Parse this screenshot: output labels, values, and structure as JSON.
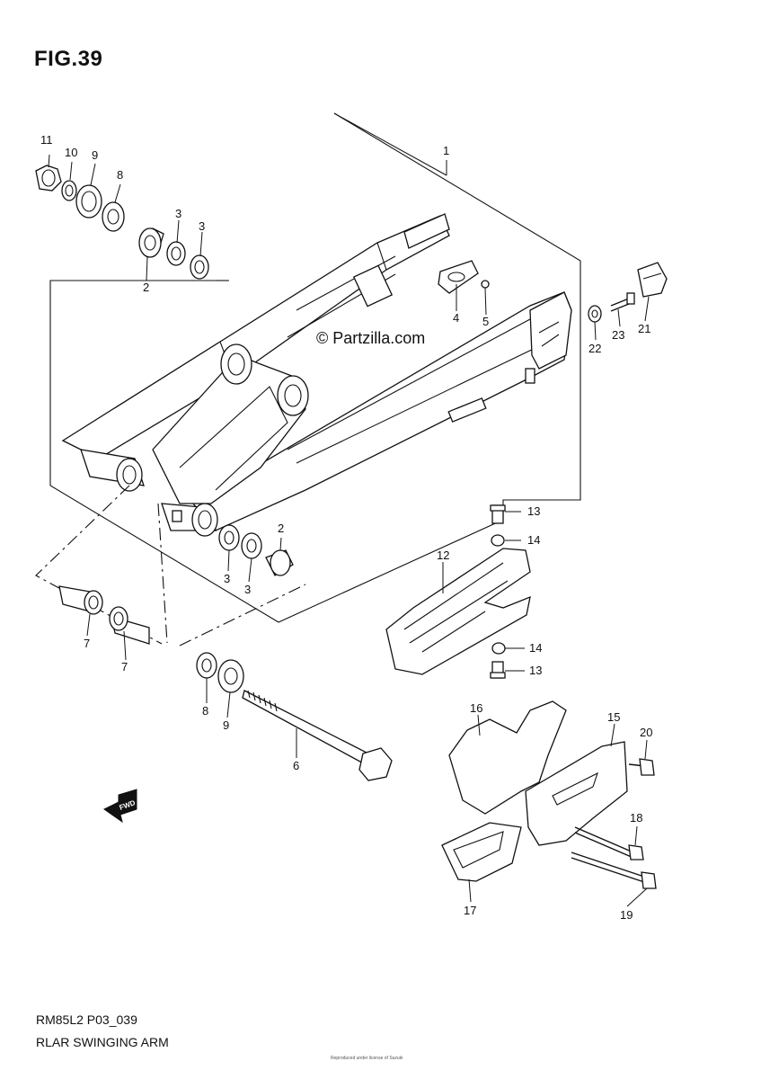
{
  "figure": {
    "title": "FIG.39"
  },
  "footer": {
    "code": "RM85L2 P03_039",
    "name": "RLAR SWINGING ARM",
    "micro": "Reproduced under license of Suzuki"
  },
  "watermark": {
    "text": "© Partzilla.com"
  },
  "fwd_label": "FWD",
  "callouts": [
    "1",
    "2",
    "2",
    "3",
    "3",
    "3",
    "3",
    "4",
    "5",
    "6",
    "7",
    "7",
    "8",
    "8",
    "9",
    "9",
    "10",
    "11",
    "12",
    "13",
    "13",
    "14",
    "14",
    "15",
    "16",
    "17",
    "18",
    "19",
    "20",
    "21",
    "22",
    "23"
  ]
}
